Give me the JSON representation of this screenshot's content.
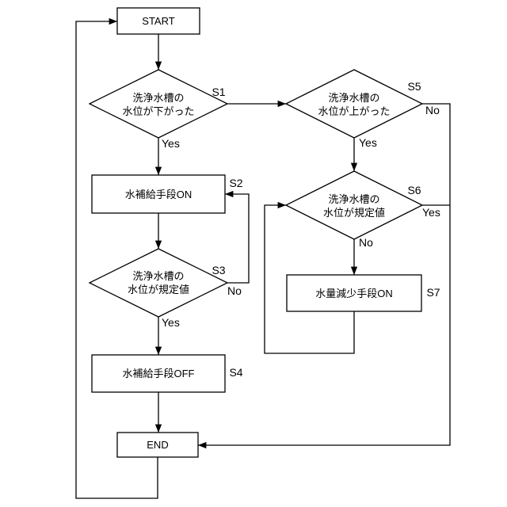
{
  "flowchart": {
    "start": "START",
    "end": "END",
    "s1": {
      "line1": "洗浄水槽の",
      "line2": "水位が下がった",
      "step": "S1"
    },
    "s2": {
      "text": "水補給手段ON",
      "step": "S2"
    },
    "s3": {
      "line1": "洗浄水槽の",
      "line2": "水位が規定値",
      "step": "S3"
    },
    "s4": {
      "text": "水補給手段OFF",
      "step": "S4"
    },
    "s5": {
      "line1": "洗浄水槽の",
      "line2": "水位が上がった",
      "step": "S5"
    },
    "s6": {
      "line1": "洗浄水槽の",
      "line2": "水位が規定値",
      "step": "S6"
    },
    "s7": {
      "text": "水量減少手段ON",
      "step": "S7"
    },
    "labels": {
      "s1_yes": "Yes",
      "s3_yes": "Yes",
      "s3_no": "No",
      "s5_yes": "Yes",
      "s5_no": "No",
      "s6_yes": "Yes",
      "s6_no": "No"
    }
  }
}
